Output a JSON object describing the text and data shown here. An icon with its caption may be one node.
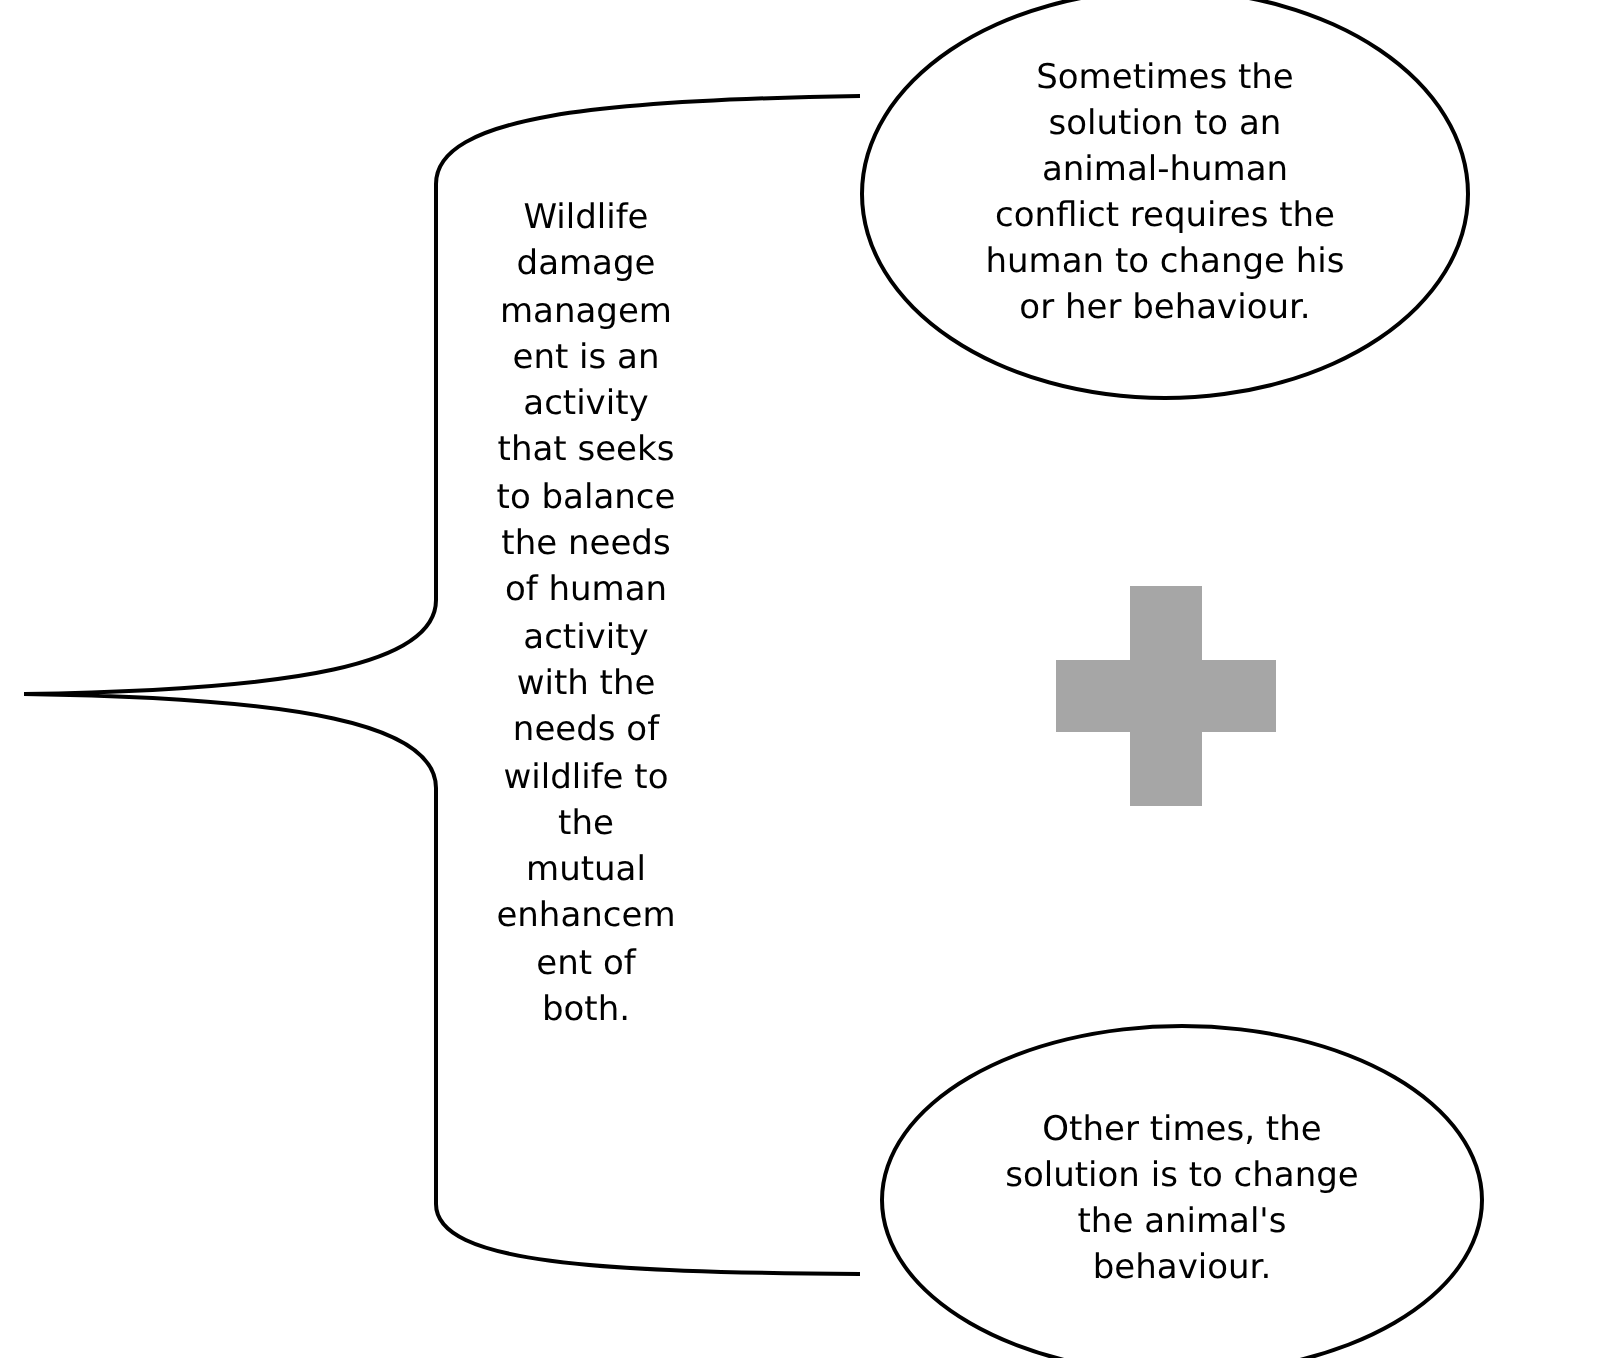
{
  "diagram": {
    "nodes": [
      {
        "text": [
          "Sometimes the solution to an animal-human conflict requires the human to change his or her behaviour."
        ]
      },
      {
        "text": [
          "Other times, the solution is to change the animal's behaviour."
        ]
      }
    ],
    "edges": [],
    "labels": [
      "Wildlife damage management is an activity that seeks to balance the needs of human activity with the needs of wildlife to the mutual enhancement of both."
    ]
  }
}
